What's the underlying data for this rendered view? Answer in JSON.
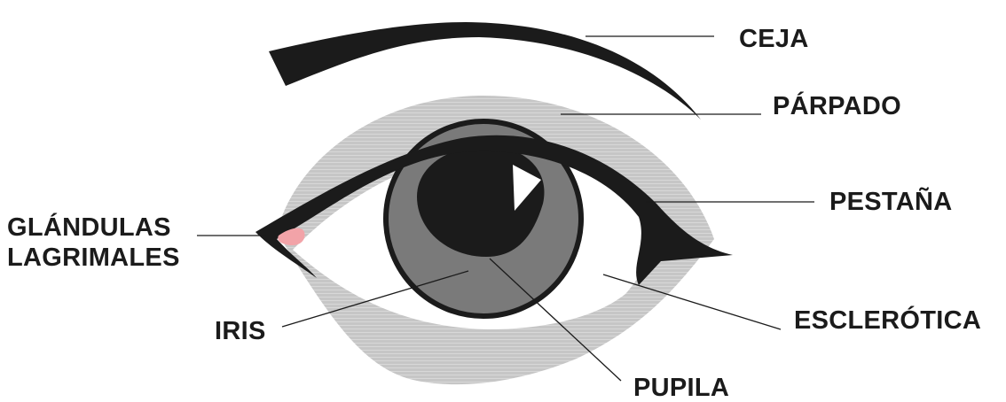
{
  "colors": {
    "ink": "#1b1b1b",
    "lid_gray": "#c4c4c4",
    "iris_gray": "#7a7a7a",
    "tear_gland_pink": "#f2a3a8",
    "background": "#ffffff"
  },
  "labels": {
    "ceja": "CEJA",
    "parpado": "PÁRPADO",
    "pestana": "PESTAÑA",
    "glandulas_line1": "GLÁNDULAS",
    "glandulas_line2": "LAGRIMALES",
    "iris": "IRIS",
    "esclerotica": "ESCLERÓTICA",
    "pupila": "PUPILA"
  }
}
